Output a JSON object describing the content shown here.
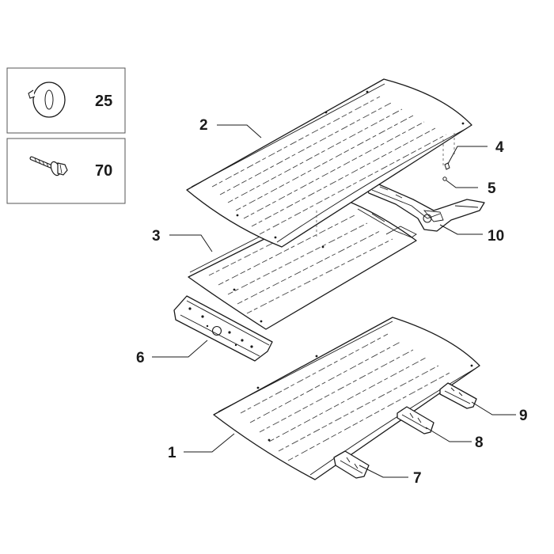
{
  "callouts": {
    "p1": "1",
    "p2": "2",
    "p3": "3",
    "p4": "4",
    "p5": "5",
    "p6": "6",
    "p7": "7",
    "p8": "8",
    "p9": "9",
    "p10": "10"
  },
  "hardware": [
    {
      "icon": "push-rivet-icon",
      "qty": "25"
    },
    {
      "icon": "flange-bolt-icon",
      "qty": "70"
    }
  ]
}
